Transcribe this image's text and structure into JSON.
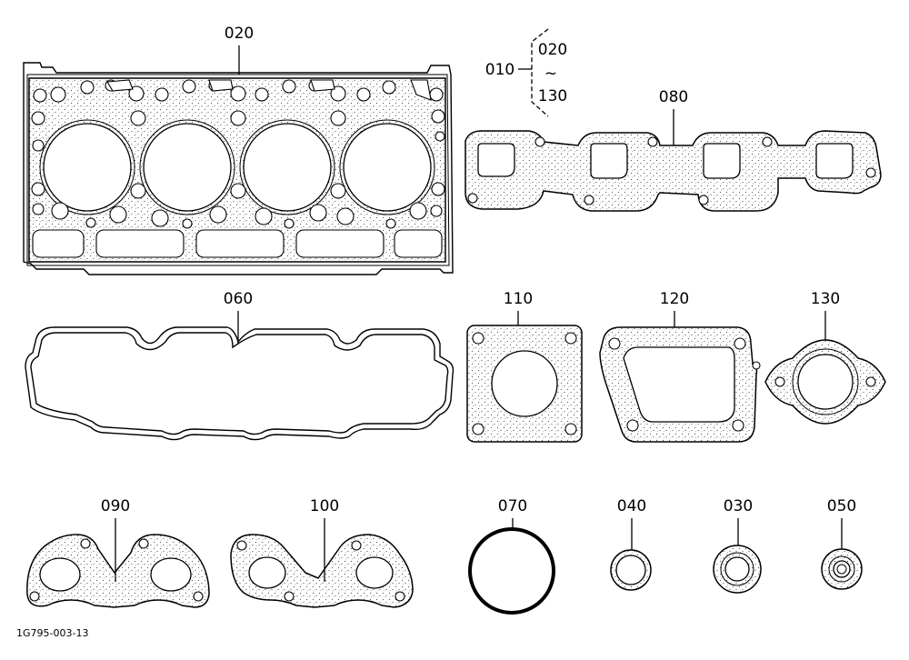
{
  "parts": [
    {
      "code": "020"
    },
    {
      "code": "080"
    },
    {
      "code": "060"
    },
    {
      "code": "110"
    },
    {
      "code": "120"
    },
    {
      "code": "130"
    },
    {
      "code": "090"
    },
    {
      "code": "100"
    },
    {
      "code": "070"
    },
    {
      "code": "040"
    },
    {
      "code": "030"
    },
    {
      "code": "050"
    }
  ],
  "kit": {
    "code": "010",
    "range_from": "020",
    "range_sep": "~",
    "range_to": "130"
  },
  "drawing_number": "1G795-003-13"
}
